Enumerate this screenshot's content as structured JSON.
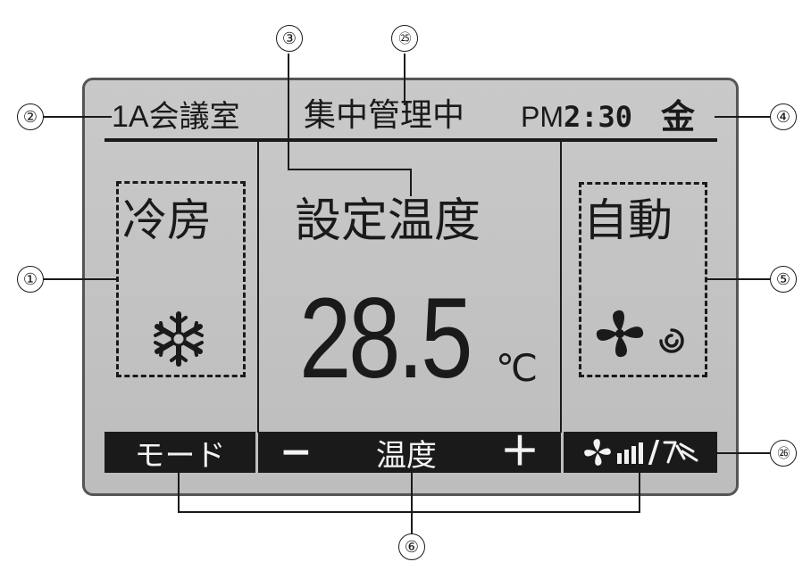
{
  "screen": {
    "header": {
      "room_name": "1A会議室",
      "central_status": "集中管理中",
      "time_prefix": "PM",
      "time": "2:30",
      "day": "金"
    },
    "left": {
      "mode": "冷房",
      "mode_icon": "snowflake-icon"
    },
    "center": {
      "label": "設定温度",
      "temperature": "28.5",
      "unit": "℃"
    },
    "right": {
      "fan_mode": "自動",
      "icons": [
        "fan-icon",
        "auto-swirl-icon"
      ]
    },
    "softkeys": {
      "mode": "モード",
      "minus": "−",
      "temp": "温度",
      "plus": "＋",
      "fan_slash": "/"
    }
  },
  "callouts": {
    "c1": "①",
    "c2": "②",
    "c3": "③",
    "c4": "④",
    "c5": "⑤",
    "c6": "⑥",
    "c25": "㉕",
    "c26": "㉖"
  },
  "colors": {
    "screen_bg": "#c4c4c4",
    "ink": "#1a1a1a",
    "softkey_bg": "#1a1a1a",
    "softkey_text": "#f2f2f2"
  }
}
